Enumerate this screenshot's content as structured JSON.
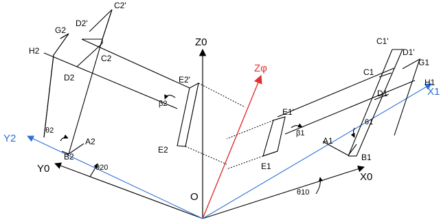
{
  "colors": {
    "axis": "#000000",
    "blue_axis": "#2b6fd6",
    "red_axis": "#e03131"
  },
  "labels": {
    "z0": "Z0",
    "zphi": "Zφ",
    "origin": "O",
    "x0": "X0",
    "y0": "Y0",
    "x1": "X1",
    "y2": "Y2",
    "theta10": "θ10",
    "theta20": "θ20",
    "theta1": "θ1",
    "theta2": "θ2",
    "beta1": "β1",
    "beta2": "β2",
    "a1": "A1",
    "b1": "B1",
    "c1": "C1",
    "c1p": "C1'",
    "d1": "D1",
    "d1p": "D1'",
    "e1": "E1",
    "e1p": "E1'",
    "g1": "G1",
    "h1": "H1",
    "a2": "A2",
    "b2": "B2",
    "c2": "C2",
    "c2p": "C2'",
    "d2": "D2",
    "d2p": "D2'",
    "e2": "E2",
    "e2p": "E2'",
    "g2": "G2",
    "h2": "H2"
  }
}
